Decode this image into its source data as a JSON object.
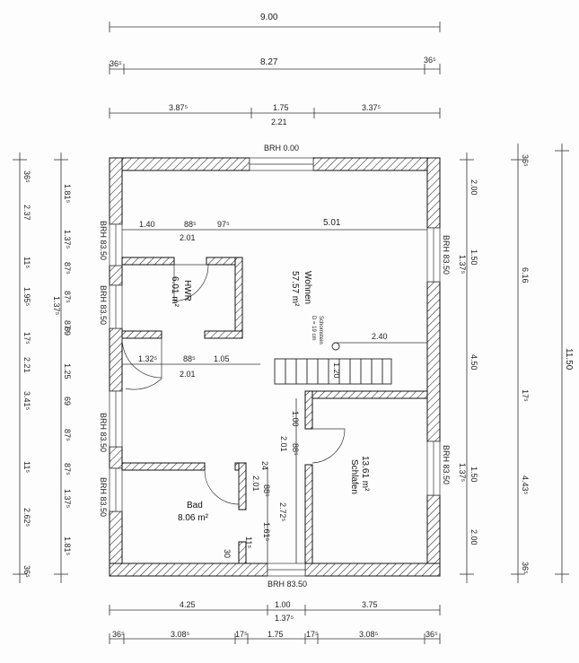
{
  "rooms": {
    "wohnen": {
      "name": "Wohnen",
      "area": "57.57 m²"
    },
    "hwr": {
      "name": "HWR",
      "area": "6.01 m²"
    },
    "bad": {
      "name": "Bad",
      "area": "8.06 m²"
    },
    "schlafen": {
      "name": "Schlafen",
      "area": "13.61 m²"
    }
  },
  "schornstein": {
    "label": "Schornstein",
    "size": "D = 19 cm"
  },
  "brh": {
    "top": "BRH 0.00",
    "bottom": "BRH 83.50",
    "left_1": "BRH 83.50",
    "left_2": "BRH 83.50",
    "left_3": "BRH 83.50",
    "left_4": "BRH 83.50",
    "right_1": "BRH 83.50",
    "right_2": "BRH 83.50"
  },
  "top_dims": {
    "row1": [
      "9.00"
    ],
    "row2": [
      "36⁵",
      "8.27",
      "36⁵"
    ],
    "row3": [
      "3.87⁵",
      "1.75",
      "3.37⁵",
      "2.21"
    ]
  },
  "bottom_dims": {
    "row1": [
      "4.25",
      "1.00",
      "3.75",
      "1.37⁵"
    ],
    "row2": [
      "36⁵",
      "3.08⁵",
      "17⁵",
      "1.75",
      "17⁵",
      "3.08⁵",
      "36⁵"
    ]
  },
  "left_dims": {
    "outer": [
      "36⁵",
      "2.37",
      "11⁵",
      "1.95⁵",
      "17⁵",
      "2.21",
      "3.41⁵",
      "11⁵",
      "2.62⁵",
      "36⁵"
    ],
    "inner": [
      "1.81⁵",
      "1.37⁵",
      "87⁵",
      "87⁵",
      "1.37⁵",
      "87⁵",
      "69",
      "1.25",
      "69",
      "87⁵",
      "87⁵",
      "1.37⁵",
      "1.81⁵"
    ]
  },
  "right_dims": {
    "inner": [
      "2.00",
      "1.50",
      "1.37⁵",
      "4.50",
      "1.50",
      "1.37⁵",
      "2.00"
    ],
    "middle": [
      "36⁵",
      "6.16",
      "17⁵",
      "4.43⁵",
      "36⁵"
    ],
    "outer": [
      "11.50"
    ]
  },
  "interior_dims": {
    "row_top": [
      "1.40",
      "88⁵",
      "97⁵",
      "5.01",
      "2.01"
    ],
    "row_mid": [
      "1.32⁵",
      "88⁵",
      "1.05",
      "2.01"
    ],
    "stair": [
      "2.40",
      "1.20"
    ],
    "vertical": [
      "1.00",
      "2.01",
      "88⁵",
      "2.72⁵",
      "24",
      "88⁵",
      "2.01",
      "1.61⁵",
      "30",
      "11⁵"
    ]
  }
}
